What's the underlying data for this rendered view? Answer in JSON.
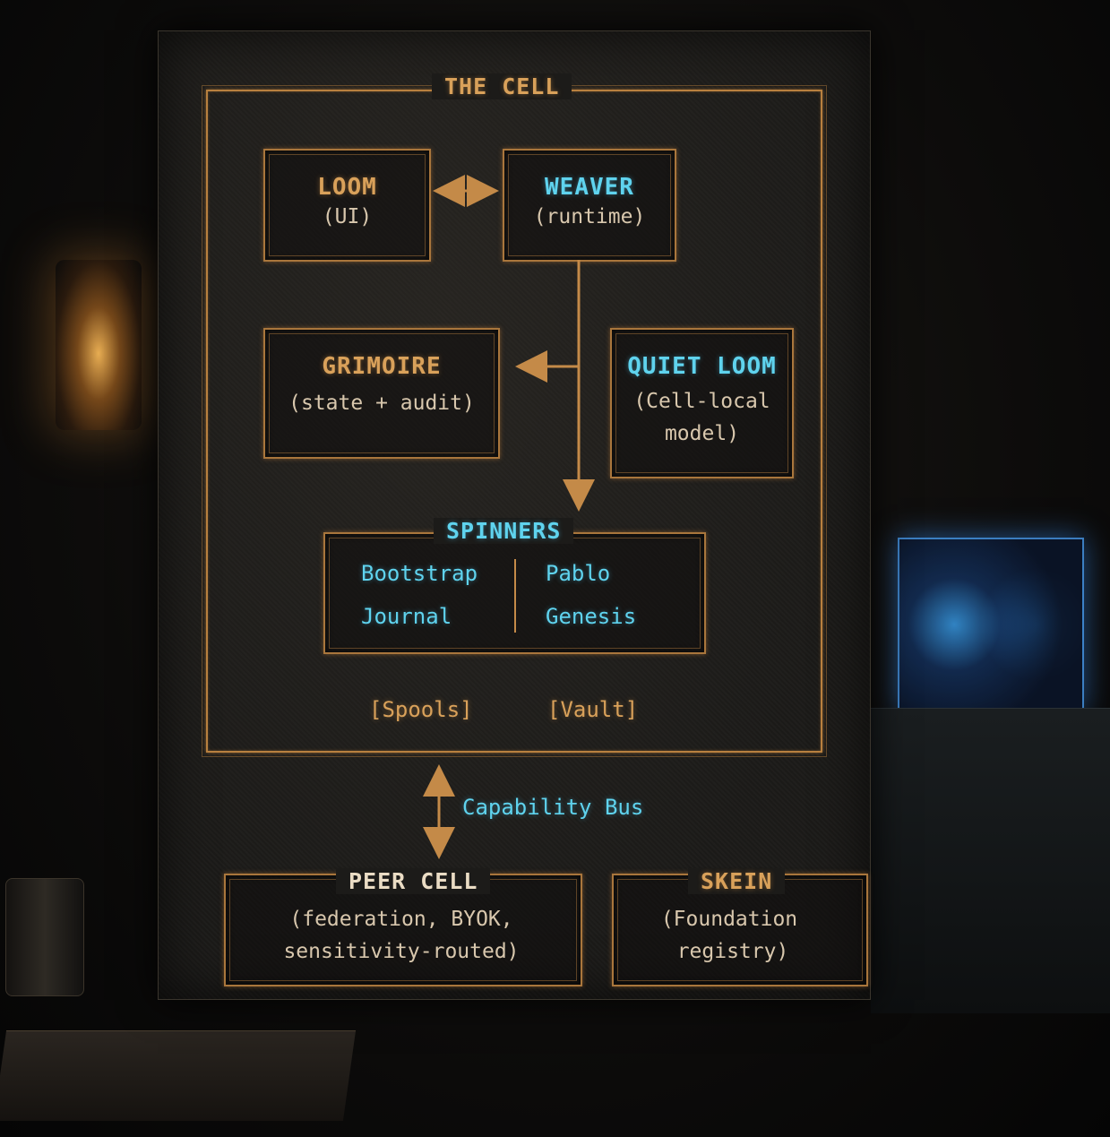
{
  "cell": {
    "title": "THE CELL",
    "loom": {
      "title": "LOOM",
      "sub": "(UI)"
    },
    "weaver": {
      "title": "WEAVER",
      "sub": "(runtime)"
    },
    "grimoire": {
      "title": "GRIMOIRE",
      "sub": "(state + audit)"
    },
    "quiet_loom": {
      "title": "QUIET LOOM",
      "sub_line1": "(Cell-local",
      "sub_line2": "model)"
    },
    "spinners": {
      "title": "SPINNERS",
      "items": [
        "Bootstrap",
        "Pablo",
        "Journal",
        "Genesis"
      ]
    },
    "spools": "[Spools]",
    "vault": "[Vault]"
  },
  "bus": {
    "label": "Capability Bus"
  },
  "peer_cell": {
    "title": "PEER CELL",
    "sub_line1": "(federation, BYOK,",
    "sub_line2": "sensitivity-routed)"
  },
  "skein": {
    "title": "SKEIN",
    "sub_line1": "(Foundation",
    "sub_line2": "registry)"
  },
  "colors": {
    "gold": "#d9a15a",
    "cyan": "#5fd3ee",
    "panel": "#1c1b19"
  }
}
